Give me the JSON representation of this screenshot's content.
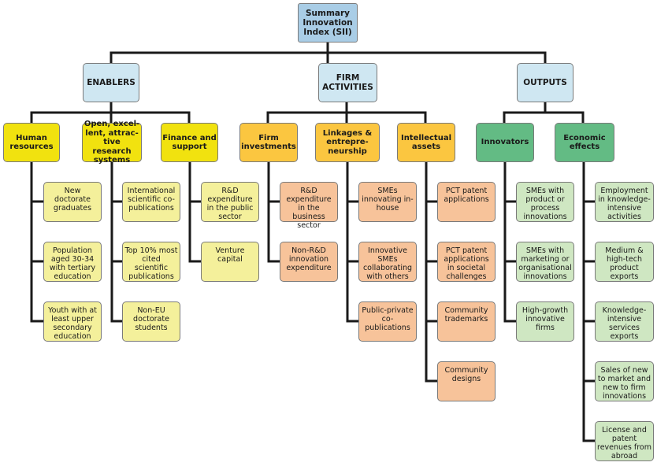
{
  "colors": {
    "connector": "#1a1a1a",
    "top_fill": "#a9cde6",
    "group_fill": "#cfe7f2",
    "enablers_dim_fill": "#f1e20f",
    "enablers_ind_fill": "#f4f09b",
    "firm_dim_fill": "#fbc640",
    "firm_ind_fill": "#f7c39a",
    "outputs_dim_fill": "#63bb84",
    "outputs_ind_fill": "#cfe7c2"
  },
  "root": "Summary Innovation Index (SII)",
  "groups": [
    "ENABLERS",
    "FIRM ACTIVITIES",
    "OUTPUTS"
  ],
  "dimensions": [
    "Human resources",
    "Open, excel-lent, attrac-tive research systems",
    "Finance and support",
    "Firm investments",
    "Linkages & entrepre-neurship",
    "Intellectual assets",
    "Innovators",
    "Economic effects"
  ],
  "indicators": [
    [
      "New doctorate graduates",
      "Population aged 30-34 with tertiary education",
      "Youth with at least upper secondary education"
    ],
    [
      "International scientific co-publications",
      "Top 10% most cited scientific publications",
      "Non-EU doctorate students"
    ],
    [
      "R&D expenditure in the public sector",
      "Venture capital"
    ],
    [
      "R&D expenditure in the business sector",
      "Non-R&D innovation expenditure"
    ],
    [
      "SMEs innovating in-house",
      "Innovative SMEs collaborating with others",
      "Public-private co-publications"
    ],
    [
      "PCT patent applications",
      "PCT patent applications in societal challenges",
      "Community trademarks",
      "Community designs"
    ],
    [
      "SMEs with product or process innovations",
      "SMEs with marketing or organisational innovations",
      "High-growth innovative firms"
    ],
    [
      "Employment in knowledge-intensive activities",
      "Medium & high-tech product exports",
      "Knowledge-intensive services exports",
      "Sales of new to market and new to firm innovations",
      "License and patent revenues from abroad"
    ]
  ]
}
